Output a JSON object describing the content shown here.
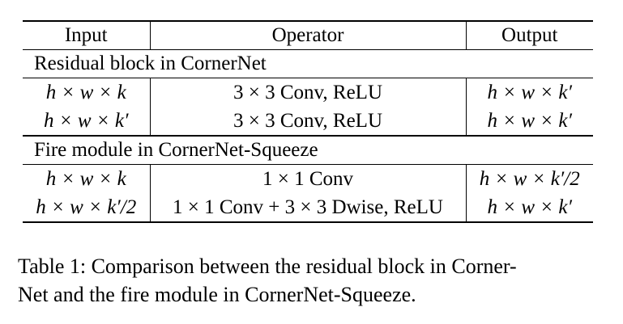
{
  "table": {
    "headers": [
      "Input",
      "Operator",
      "Output"
    ],
    "sections": [
      {
        "title": "Residual block in CornerNet",
        "rows": [
          {
            "input": "h × w × k",
            "operator": "3 × 3 Conv, ReLU",
            "output": "h × w × k′"
          },
          {
            "input": "h × w × k′",
            "operator": "3 × 3 Conv, ReLU",
            "output": "h × w × k′"
          }
        ]
      },
      {
        "title": "Fire module in CornerNet-Squeeze",
        "rows": [
          {
            "input": "h × w × k",
            "operator": "1 × 1 Conv",
            "output": "h × w × k′/2"
          },
          {
            "input": "h × w × k′/2",
            "operator": "1 × 1 Conv + 3 × 3 Dwise, ReLU",
            "output": "h × w × k′"
          }
        ]
      }
    ]
  },
  "caption": {
    "line1": "Table 1: Comparison between the residual block in Corner-",
    "line2": "Net and the fire module in CornerNet-Squeeze."
  }
}
